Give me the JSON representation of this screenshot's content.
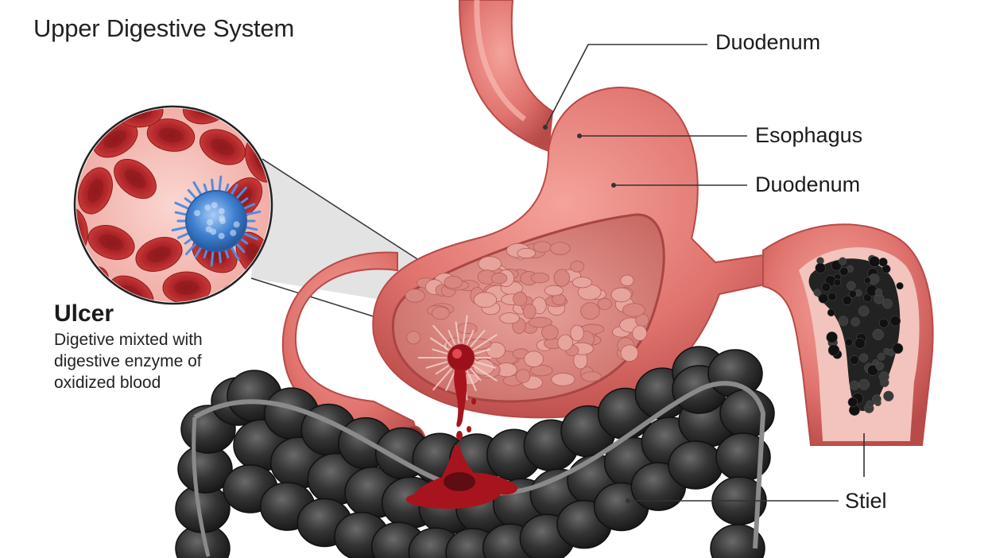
{
  "title": "Upper Digestive System",
  "labels": {
    "duodenum_top": "Duodenum",
    "esophagus": "Esophagus",
    "duodenum_mid": "Duodenum",
    "stiel": "Stiel"
  },
  "ulcer": {
    "heading": "Ulcer",
    "lines": [
      "Digetive mixted with",
      "digestive enzyme of",
      "oxidized blood"
    ]
  },
  "colors": {
    "stomach": "#e0736e",
    "stomach_dark": "#b84a48",
    "lining": "#d9837c",
    "blood": "#a8141e",
    "colon": "#2f2f2f",
    "stool": "#1e1e1e",
    "rbc": "#b3282c",
    "white_cell": "#3f7fd0"
  }
}
